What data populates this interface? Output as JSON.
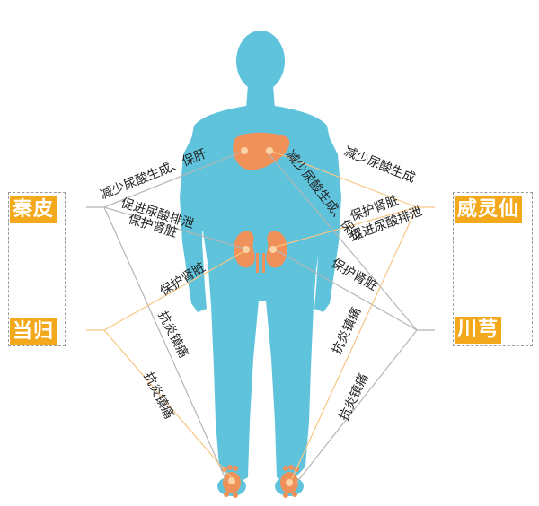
{
  "herbs": {
    "qinpi": "秦皮",
    "danggui": "当归",
    "weilingxian": "威灵仙",
    "chuanxiong": "川芎"
  },
  "effects": {
    "qinpi_liver": "减少尿酸生成、保肝",
    "qinpi_kidney_line1": "促进尿酸排泄",
    "qinpi_kidney_line2": "保护肾脏",
    "danggui_kidney": "保护肾脏",
    "danggui_foot_upper": "抗炎镇痛",
    "danggui_foot_lower": "抗炎镇痛",
    "weilingxian_liver": "减少尿酸生成",
    "weilingxian_kidney_line1": "保护肾脏",
    "weilingxian_kidney_line2": "促进尿酸排泄",
    "chuanxiong_liver": "减少尿酸生成、保肝",
    "chuanxiong_kidney": "保护肾脏",
    "chuanxiong_foot_upper": "抗炎镇痛",
    "chuanxiong_foot_lower": "抗炎镇痛"
  },
  "colors": {
    "body": "#5fc3dc",
    "organ": "#f0915a",
    "organ_dot": "#fbd3a6",
    "herb_label": "#f3a91b",
    "line_gray": "#b5b5b5",
    "line_orange": "#f7c684",
    "box_border": "#9a9a9a"
  }
}
